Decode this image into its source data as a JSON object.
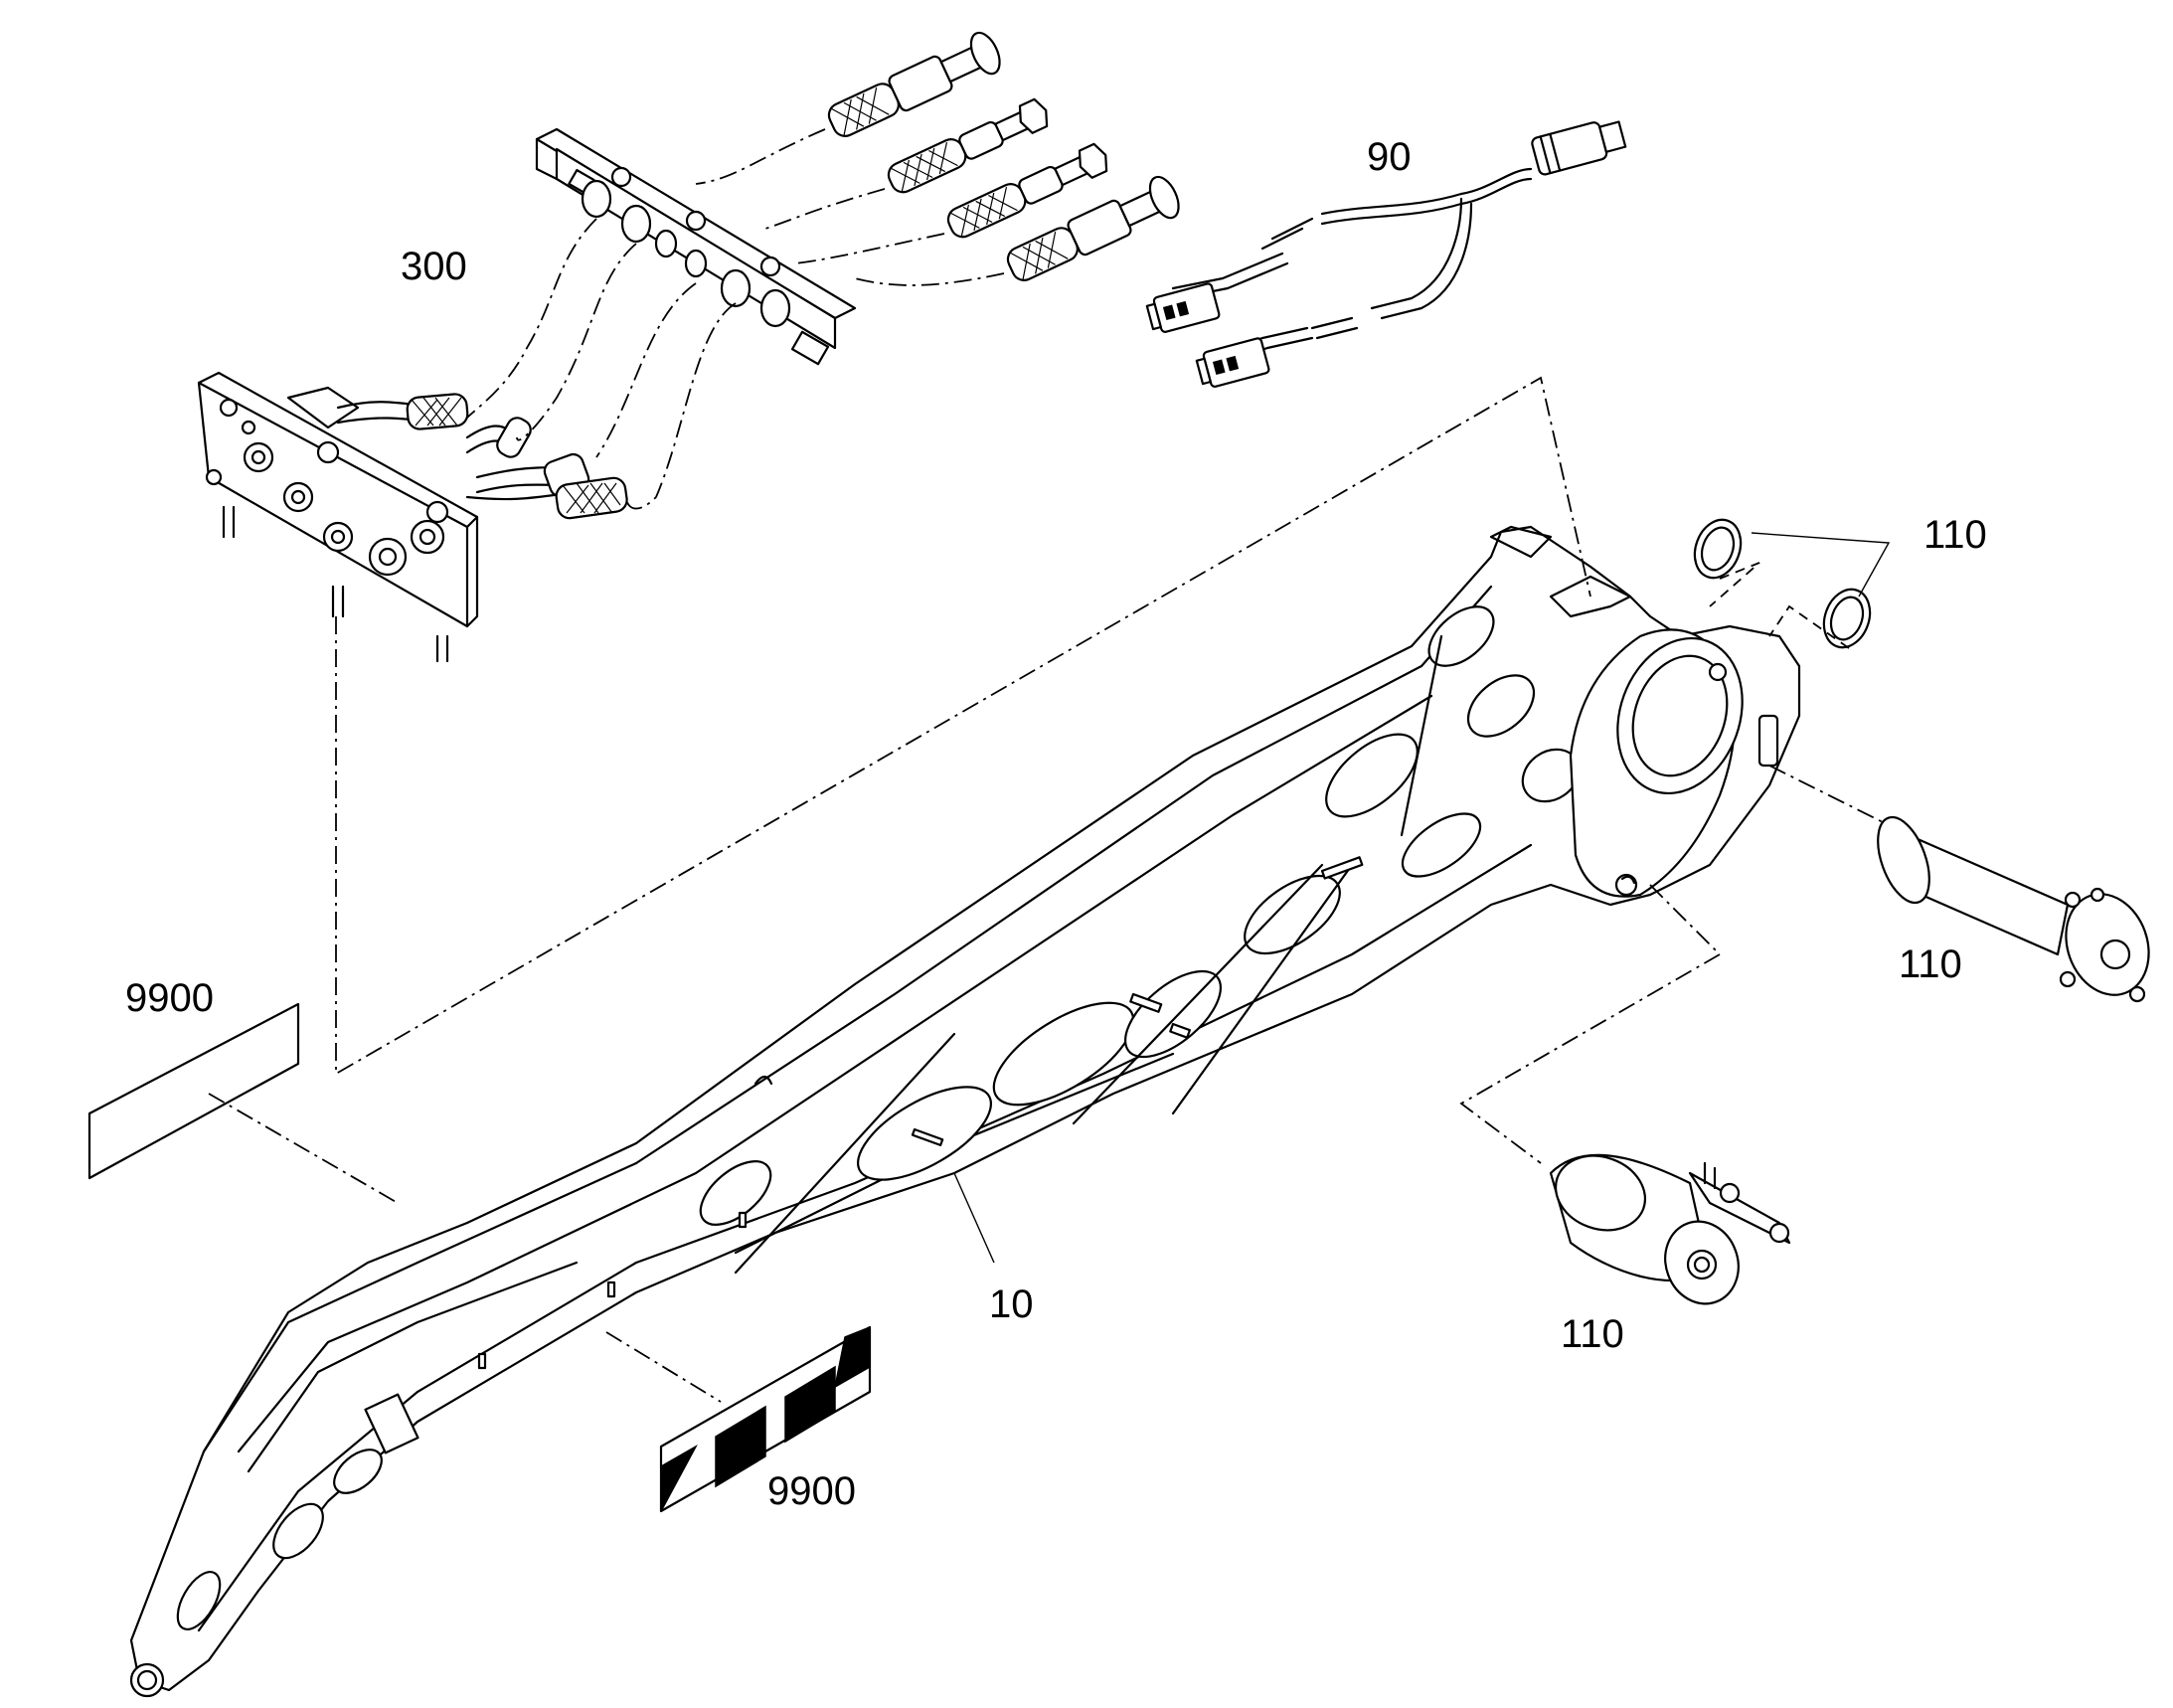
{
  "diagram": {
    "labels": {
      "part_300": "300",
      "part_90": "90",
      "part_110_rings": "110",
      "part_110_pin": "110",
      "part_110_bushing": "110",
      "part_9900_plate": "9900",
      "part_9900_decal": "9900",
      "part_10": "10"
    }
  }
}
